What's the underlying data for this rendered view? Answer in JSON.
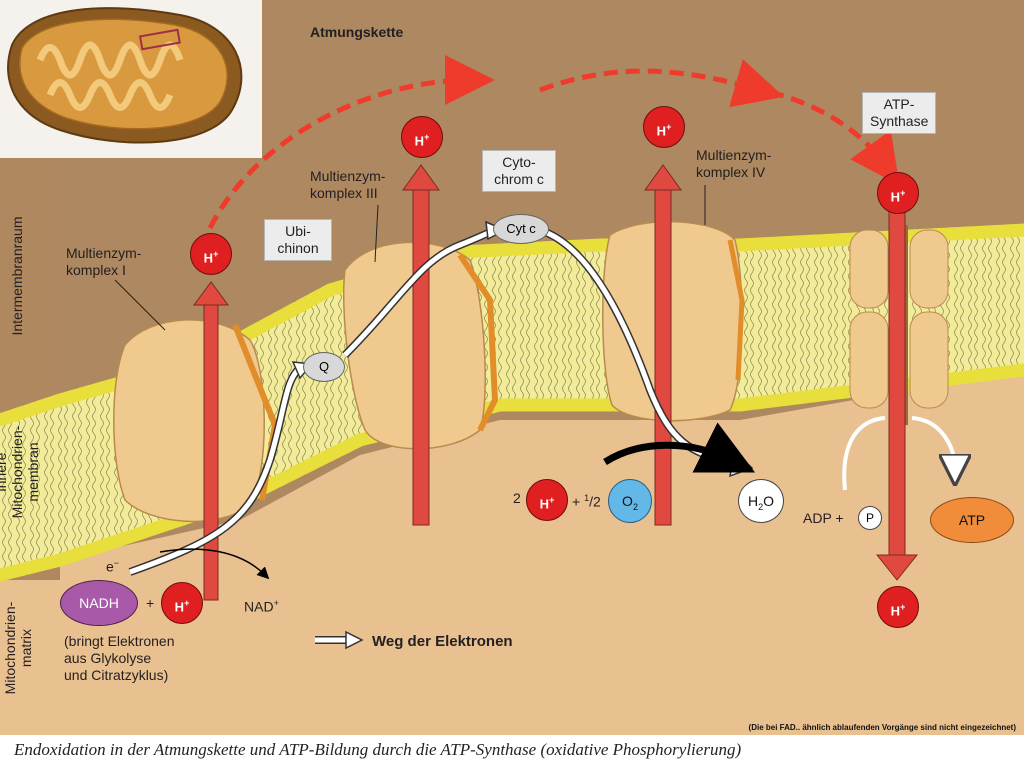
{
  "title": "Atmungskette",
  "regions": {
    "intermembrane": "Intermembranraum",
    "membrane": "innere\nMitochondrien-\nmembran",
    "matrix": "Mitochondrien-\nmatrix"
  },
  "complexes": {
    "complex1": "Multienzym-\nkomplex I",
    "complex3": "Multienzym-\nkomplex III",
    "complex4": "Multienzym-\nkomplex IV",
    "atp_synthase": "ATP-\nSynthase"
  },
  "carriers": {
    "ubichinon": "Ubi-\nchinon",
    "q": "Q",
    "cytochrom_label": "Cyto-\nchrom c",
    "cytc": "Cyt c"
  },
  "molecules": {
    "h_plus": "H",
    "plus_sup": "+",
    "nadh": "NADH",
    "nad": "NAD",
    "electron": "e",
    "electron_sup": "−",
    "h2o_h": "H",
    "h2o_sub": "2",
    "h2o_o": "O",
    "o2_o": "O",
    "o2_sub": "2",
    "atp": "ATP",
    "adp": "ADP +",
    "phosphate": "P"
  },
  "equation": {
    "two": "2",
    "plus_half": "+ ",
    "half_sup": "1",
    "half_slash": "/",
    "half_den": "2",
    "plus": "+"
  },
  "nadh_note": "(bringt Elektronen\naus Glykolyse\nund Citratzyklus)",
  "legend": "Weg der Elektronen",
  "footnote": "(Die bei FAD.. ähnlich ablaufenden Vorgänge sind nicht eingezeichnet)",
  "caption": "Endoxidation in der Atmungskette und ATP-Bildung durch die ATP-Synthase (oxidative Phosphorylierung)",
  "colors": {
    "background_top": "#b08860",
    "matrix": "#e9c08f",
    "membrane": "#f2ec9a",
    "lipid_head": "#f1ea5a",
    "protein": "#f0c98f",
    "proton": "#e02020",
    "proton_arrow": "#e0493f",
    "nadh": "#a85aa8",
    "o2": "#63b8e8",
    "atp": "#f08c3a"
  }
}
